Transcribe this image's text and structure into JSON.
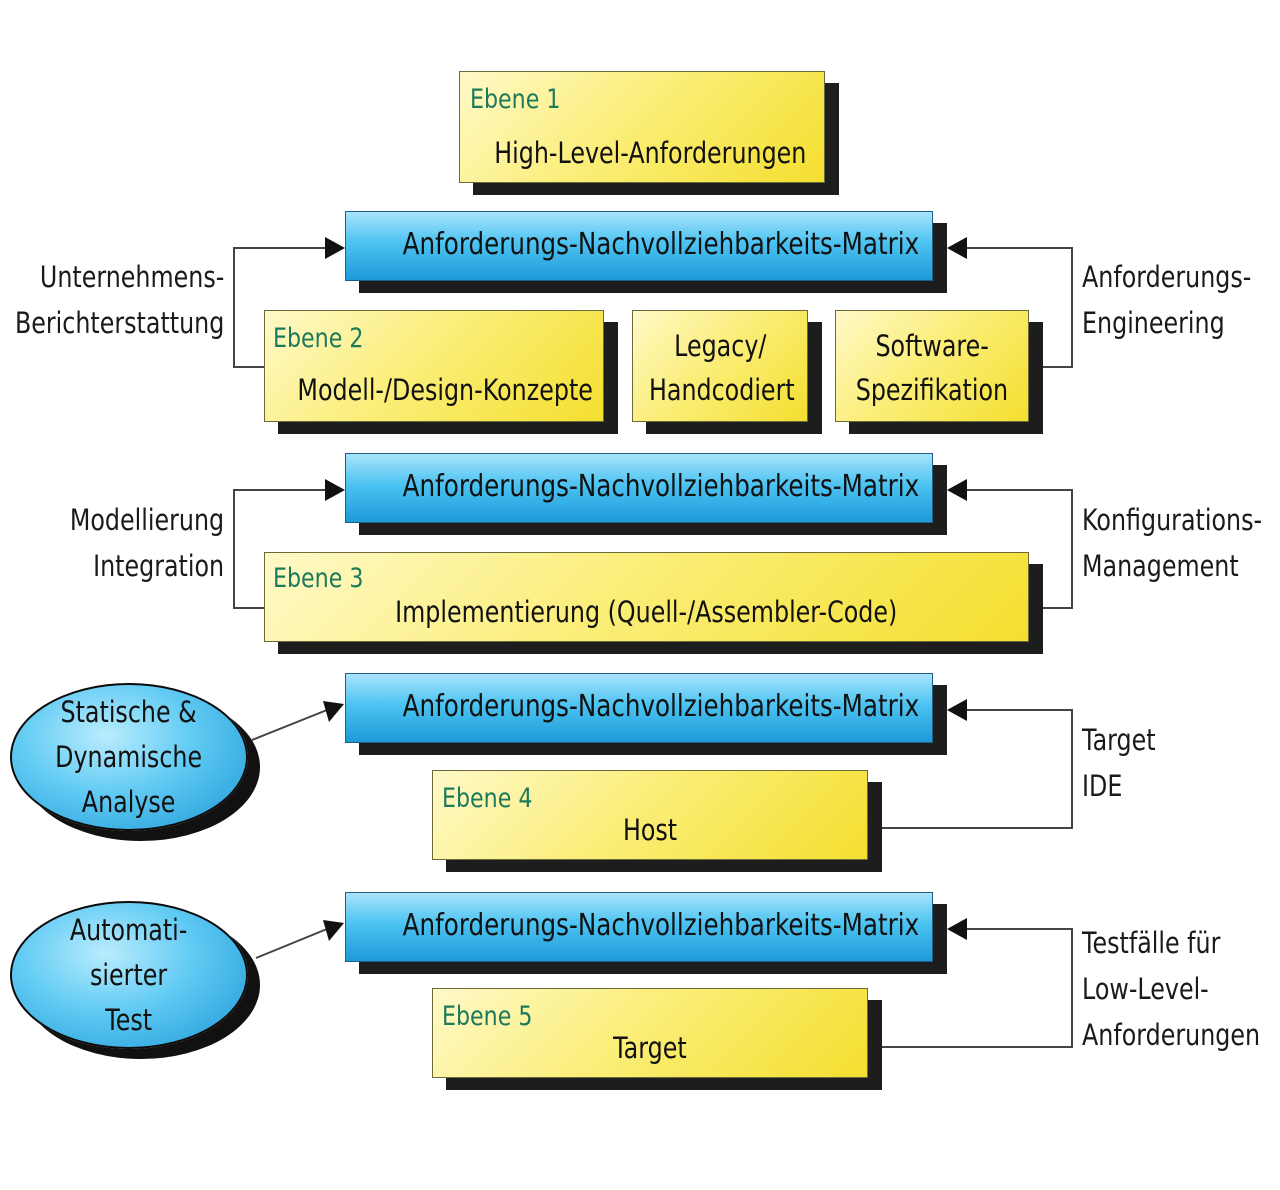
{
  "level1": {
    "label": "Ebene 1",
    "text": "High-Level-Anforderungen"
  },
  "matrix": {
    "m1": "Anforderungs-Nachvollziehbarkeits-Matrix",
    "m2": "Anforderungs-Nachvollziehbarkeits-Matrix",
    "m3": "Anforderungs-Nachvollziehbarkeits-Matrix",
    "m4": "Anforderungs-Nachvollziehbarkeits-Matrix"
  },
  "level2": {
    "label": "Ebene 2",
    "text": "Modell-/Design-Konzepte"
  },
  "legacy": {
    "line1": "Legacy/",
    "line2": "Handcodiert"
  },
  "software": {
    "line1": "Software-",
    "line2": "Spezifikation"
  },
  "level3": {
    "label": "Ebene 3",
    "text": "Implementierung (Quell-/Assembler-Code)"
  },
  "level4": {
    "label": "Ebene 4",
    "text": "Host"
  },
  "level5": {
    "label": "Ebene 5",
    "text": "Target"
  },
  "left_labels": {
    "reporting": {
      "line1": "Unternehmens-",
      "line2": "Berichterstattung"
    },
    "modeling": {
      "line1": "Modellierung",
      "line2": "Integration"
    }
  },
  "right_labels": {
    "req_eng": {
      "line1": "Anforderungs-",
      "line2": "Engineering"
    },
    "config": {
      "line1": "Konfigurations-",
      "line2": "Management"
    },
    "target_ide": {
      "line1": "Target",
      "line2": "IDE"
    },
    "testcases": {
      "line1": "Testfälle für",
      "line2": "Low-Level-",
      "line3": "Anforderungen"
    }
  },
  "ellipses": {
    "analysis": {
      "line1": "Statische &",
      "line2": "Dynamische",
      "line3": "Analyse"
    },
    "autotest": {
      "line1": "Automati-",
      "line2": "sierter",
      "line3": "Test"
    }
  }
}
